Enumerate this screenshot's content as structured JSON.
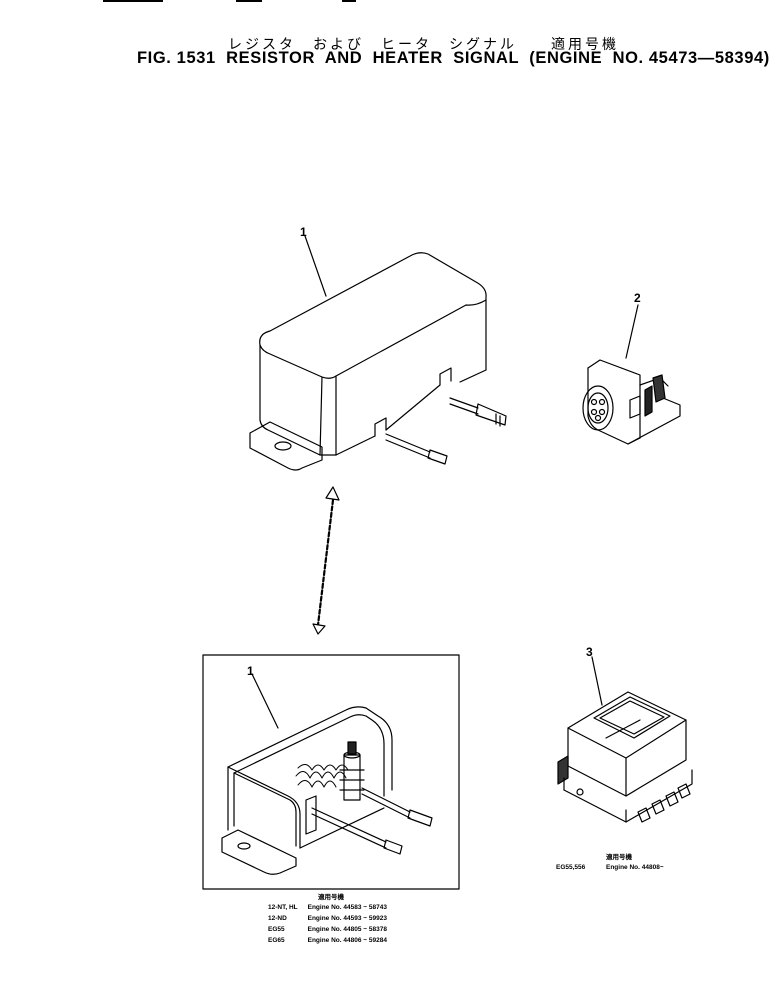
{
  "figure": {
    "title_jp": "レジスタ　および　ヒータ　シグナル　　適用号機",
    "title_en": "FIG. 1531  RESISTOR  AND  HEATER  SIGNAL  (ENGINE  NO. 45473—58394)"
  },
  "callouts": {
    "part_1": "1",
    "part_2": "2",
    "part_3": "3",
    "part_1_detail": "1"
  },
  "applicability_detail": {
    "header": "適用号機",
    "rows": [
      {
        "model": "12-NT, HL",
        "engine": "Engine No. 44583 ~ 58743"
      },
      {
        "model": "12-ND",
        "engine": "Engine No. 44593 ~ 59923"
      },
      {
        "model": "EG55",
        "engine": "Engine No. 44805 ~ 58378"
      },
      {
        "model": "EG65",
        "engine": "Engine No. 44806 ~ 59284"
      }
    ]
  },
  "applicability_part3": {
    "header": "適用号機",
    "model": "EG55,556",
    "engine": "Engine No. 44808~"
  }
}
